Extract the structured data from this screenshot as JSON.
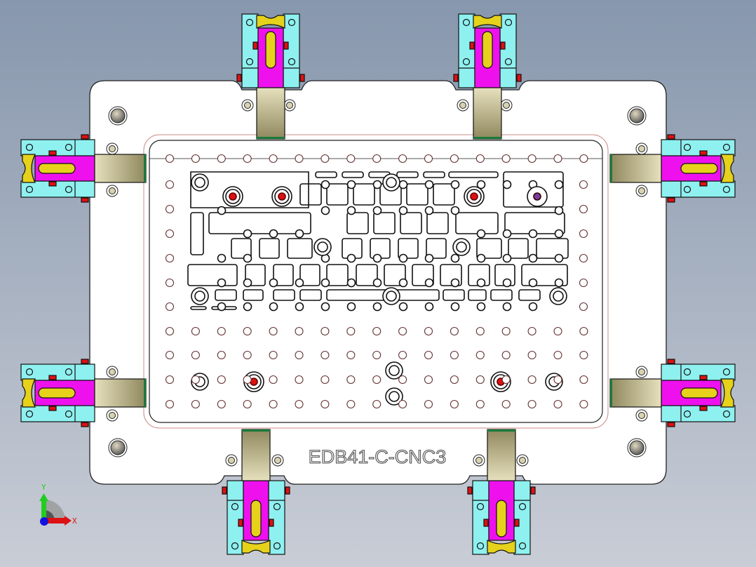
{
  "model": {
    "part_label": "EDB41-C-CNC3",
    "colors": {
      "background_top": "#8797ad",
      "background_bottom": "#c9cdd6",
      "plate": "#ffffff",
      "clamp_body": "#8ff0f0",
      "clamp_arm": "#ee11ee",
      "clamp_handle": "#e6d21a",
      "clamp_pad": "#cfc79a",
      "locator_pin": "#dd1111"
    }
  },
  "triad": {
    "x_label": "X",
    "y_label": "Y",
    "icons": [
      "x-axis-arrow-icon",
      "y-axis-arrow-icon",
      "z-axis-dot-icon"
    ]
  }
}
